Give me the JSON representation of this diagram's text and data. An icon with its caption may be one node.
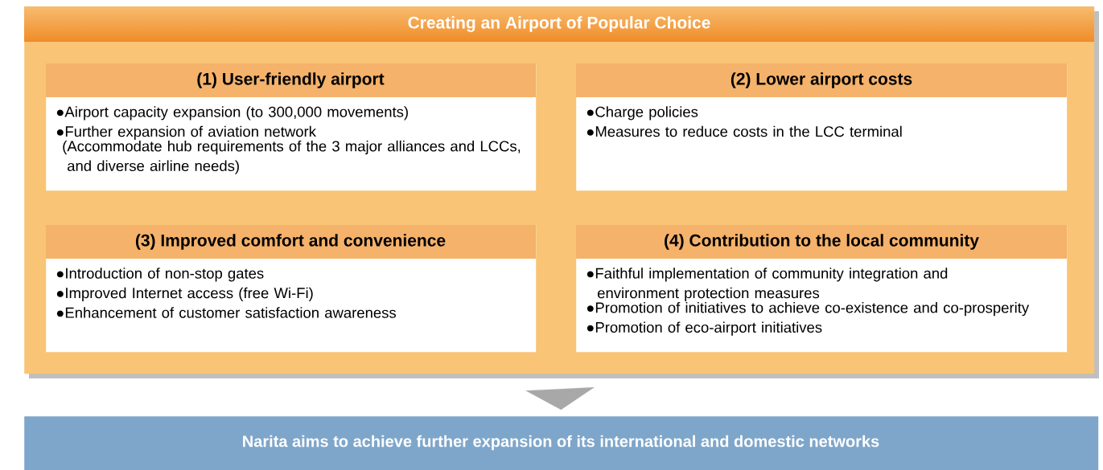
{
  "diagram": {
    "nodes": [
      {
        "text": [
          "Creating an Airport of Popular Choice"
        ]
      },
      {
        "text": [
          "(1) User-friendly airport",
          "●Airport capacity expansion (to 300,000 movements)",
          "●Further expansion of aviation network",
          "(Accommodate hub requirements of the 3 major alliances and LCCs, and diverse airline needs)"
        ],
        "in": 0
      },
      {
        "text": [
          "(2) Lower airport costs",
          "●Charge policies",
          "●Measures to reduce costs in the LCC terminal"
        ],
        "in": 0
      },
      {
        "text": [
          "(3) Improved comfort and convenience",
          "●Introduction of non-stop gates",
          "●Improved Internet access (free Wi-Fi)",
          "●Enhancement of customer satisfaction awareness"
        ],
        "in": 0
      },
      {
        "text": [
          "(4) Contribution to the local community",
          "●Faithful implementation of community integration and environment protection measures",
          "●Promotion of initiatives to achieve co-existence and co-prosperity",
          "●Promotion of eco-airport initiatives"
        ],
        "in": 0
      },
      {
        "text": [
          "Narita aims to achieve further expansion of its international and domestic networks"
        ]
      }
    ],
    "edges": [
      {
        "from": 0,
        "to": 5,
        "arrow": "to"
      }
    ]
  }
}
